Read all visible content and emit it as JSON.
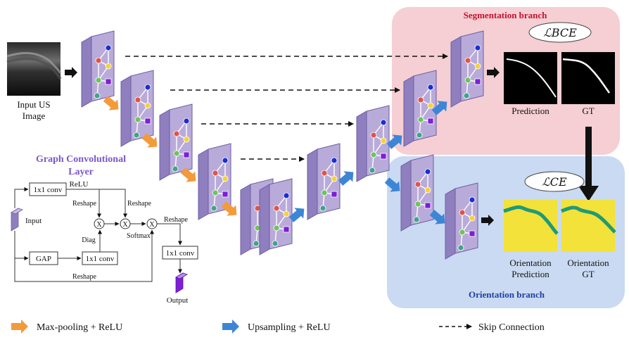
{
  "colors": {
    "segmentation_bg": "#f5cfd3",
    "orientation_bg": "#c9daf2",
    "maxpool_arrow": "#f39a3a",
    "upsample_arrow": "#3d86d6",
    "layer_face": "#b7a8d6",
    "layer_edge": "#7a67a8",
    "title_red": "#c8102e",
    "title_blue": "#1f3fa6",
    "title_purple": "#7b56c9",
    "orientation_map_bg": "#f2e23a",
    "orientation_map_line": "#1f9a78"
  },
  "input": {
    "label_line1": "Input US",
    "label_line2": "Image"
  },
  "segmentation_branch": {
    "title": "Segmentation branch",
    "loss": "ℒBCE",
    "prediction_label": "Prediction",
    "gt_label": "GT"
  },
  "orientation_branch": {
    "title": "Orientation branch",
    "loss": "ℒCE",
    "prediction_label_line1": "Orientation",
    "prediction_label_line2": "Prediction",
    "gt_label_line1": "Orientation",
    "gt_label_line2": "GT"
  },
  "gcl": {
    "title_line1": "Graph Convolutional",
    "title_line2": "Layer",
    "conv_top": "1x1 conv",
    "relu": "ReLU",
    "reshape_left": "Reshape",
    "reshape_right": "Reshape",
    "input": "Input",
    "gap": "GAP",
    "conv_mid": "1x1 conv",
    "diag": "Diag",
    "softmax": "Softmax",
    "reshape_out": "Reshape",
    "conv_out": "1x1 conv",
    "output": "Output",
    "reshape_bottom": "Reshape",
    "multiply_symbol": "X"
  },
  "legend": {
    "maxpool": "Max-pooling + ReLU",
    "upsample": "Upsampling + ReLU",
    "skip": "Skip  Connection"
  }
}
